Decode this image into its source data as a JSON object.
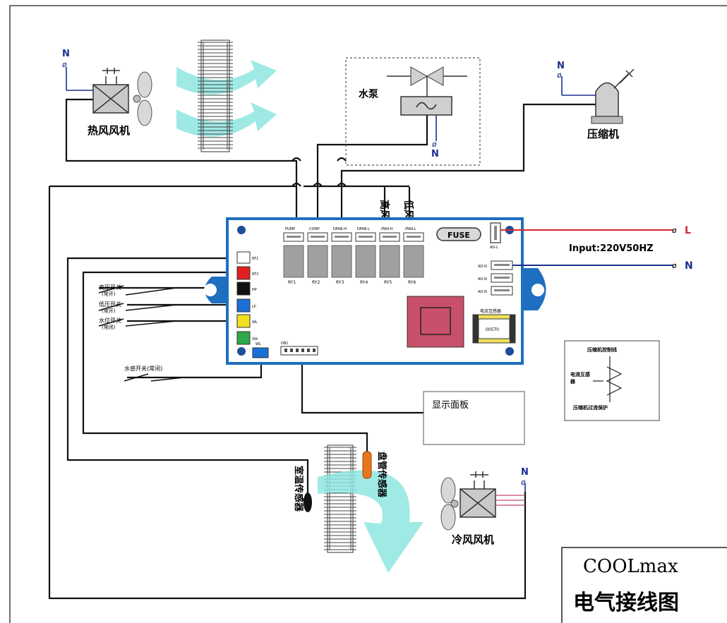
{
  "title_block": {
    "brand": "COOLmax",
    "title": "电气接线图"
  },
  "labels": {
    "hot_fan": "热风风机",
    "water_pump": "水泵",
    "compressor": "压缩机",
    "cold_fan": "冷风风机",
    "high_speed": "高风",
    "low_speed": "低风",
    "display_panel": "显示面板",
    "room_temp_sensor": "室温传感器",
    "coil_sensor": "盘管传感器",
    "fuse": "FUSE",
    "input": "Input:220V50HZ",
    "live": "L",
    "neutral": "N",
    "ct_title": "电流互感器",
    "ct_value": "005T0",
    "db_label": "DB1",
    "wl_label": "WL",
    "adl_label": "AD-L"
  },
  "switches": [
    {
      "name": "高压开关",
      "sub": "(常开)"
    },
    {
      "name": "低压开关",
      "sub": "(常开)"
    },
    {
      "name": "水位开关",
      "sub": "(常闭)"
    },
    {
      "name": "水感开关(常闭)",
      "sub": ""
    }
  ],
  "relays": [
    "RY1",
    "RY2",
    "RY3",
    "RY4",
    "RY5",
    "RY6"
  ],
  "relay_tops": [
    "PUMP",
    "COMP",
    "DFAN-H",
    "DFAN-L",
    "IFAN-H",
    "IFAN-L"
  ],
  "ad_labels": [
    "AD-N",
    "AD-N",
    "AD-N"
  ],
  "connector_labels": [
    "RT1",
    "RT2",
    "HP",
    "LP",
    "WL",
    "SW"
  ],
  "legend": {
    "line1": "压缩机控制线",
    "line2": "电流互感",
    "line3": "器",
    "line4": "压缩机过流保护"
  },
  "colors": {
    "board_border": "#1e6fc0",
    "board_fill": "#ffffff",
    "live_wire": "#d7262e",
    "neutral_wire": "#1a2f8f",
    "airflow": "#8fe6e0",
    "red_conn": "#e02020",
    "blue_conn": "#1a6fd6",
    "yellow_conn": "#f0e020",
    "green_conn": "#2fa84a",
    "transformer": "#c9506a",
    "sensor_orange": "#e8761c"
  }
}
